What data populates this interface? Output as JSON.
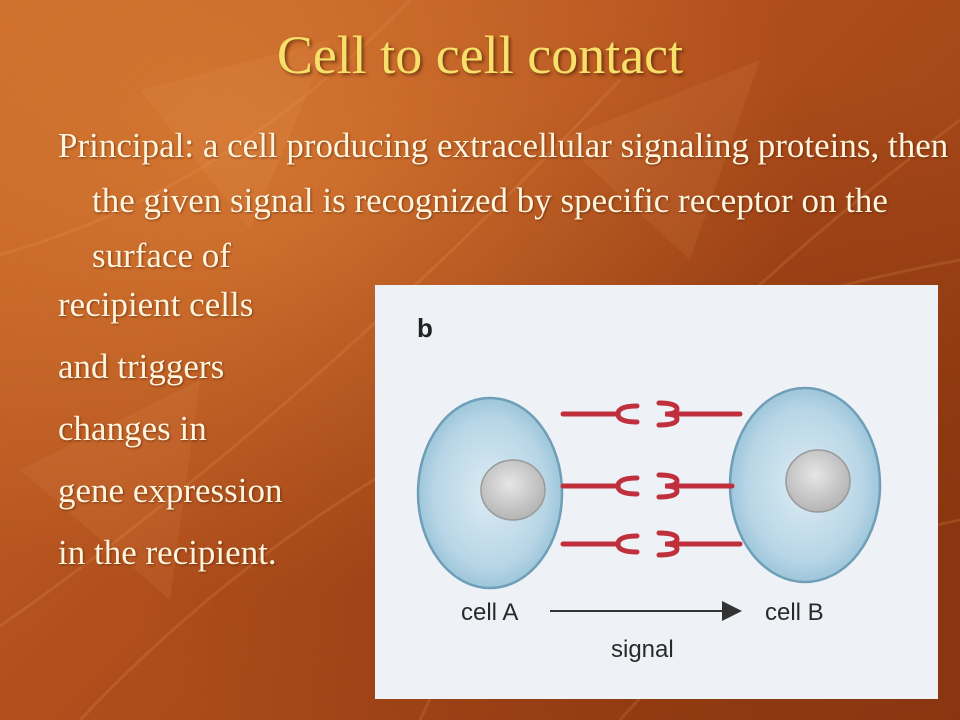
{
  "slide": {
    "title": "Cell to cell contact",
    "principal": "Principal: a cell producing extracellular signaling proteins, then the given signal is recognized by specific receptor on the surface of",
    "lines": [
      "recipient cells",
      "and triggers",
      "changes in",
      "gene expression",
      "in the recipient."
    ]
  },
  "figure": {
    "panel_label": "b",
    "cell_a_label": "cell A",
    "cell_b_label": "cell B",
    "signal_label": "signal"
  },
  "colors": {
    "title": "#f7e06a",
    "body_text": "#fff4dc",
    "cell_fill": "#a9cde0",
    "nucleus": "#cfcfcf",
    "connector": "#c0303c"
  }
}
